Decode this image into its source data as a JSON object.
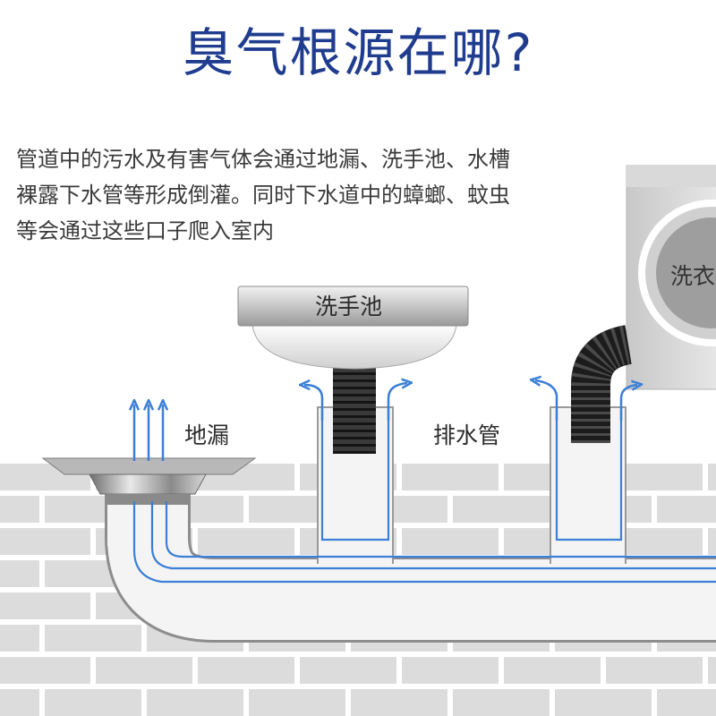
{
  "title": "臭气根源在哪?",
  "description": [
    "管道中的污水及有害气体会通过地漏、洗手池、水槽",
    "裸露下水管等形成倒灌。同时下水道中的蟑螂、蚊虫",
    "等会通过这些口子爬入室内"
  ],
  "labels": {
    "sink": "洗手池",
    "floor_drain": "地漏",
    "drain_pipe": "排水管",
    "washing_machine": "洗衣"
  },
  "colors": {
    "title": "#1f3c8f",
    "flow_arrow": "#3b7fd6",
    "brick": "#dcdcdc",
    "mortar": "#ffffff",
    "pipe": "#f4f4f4"
  }
}
